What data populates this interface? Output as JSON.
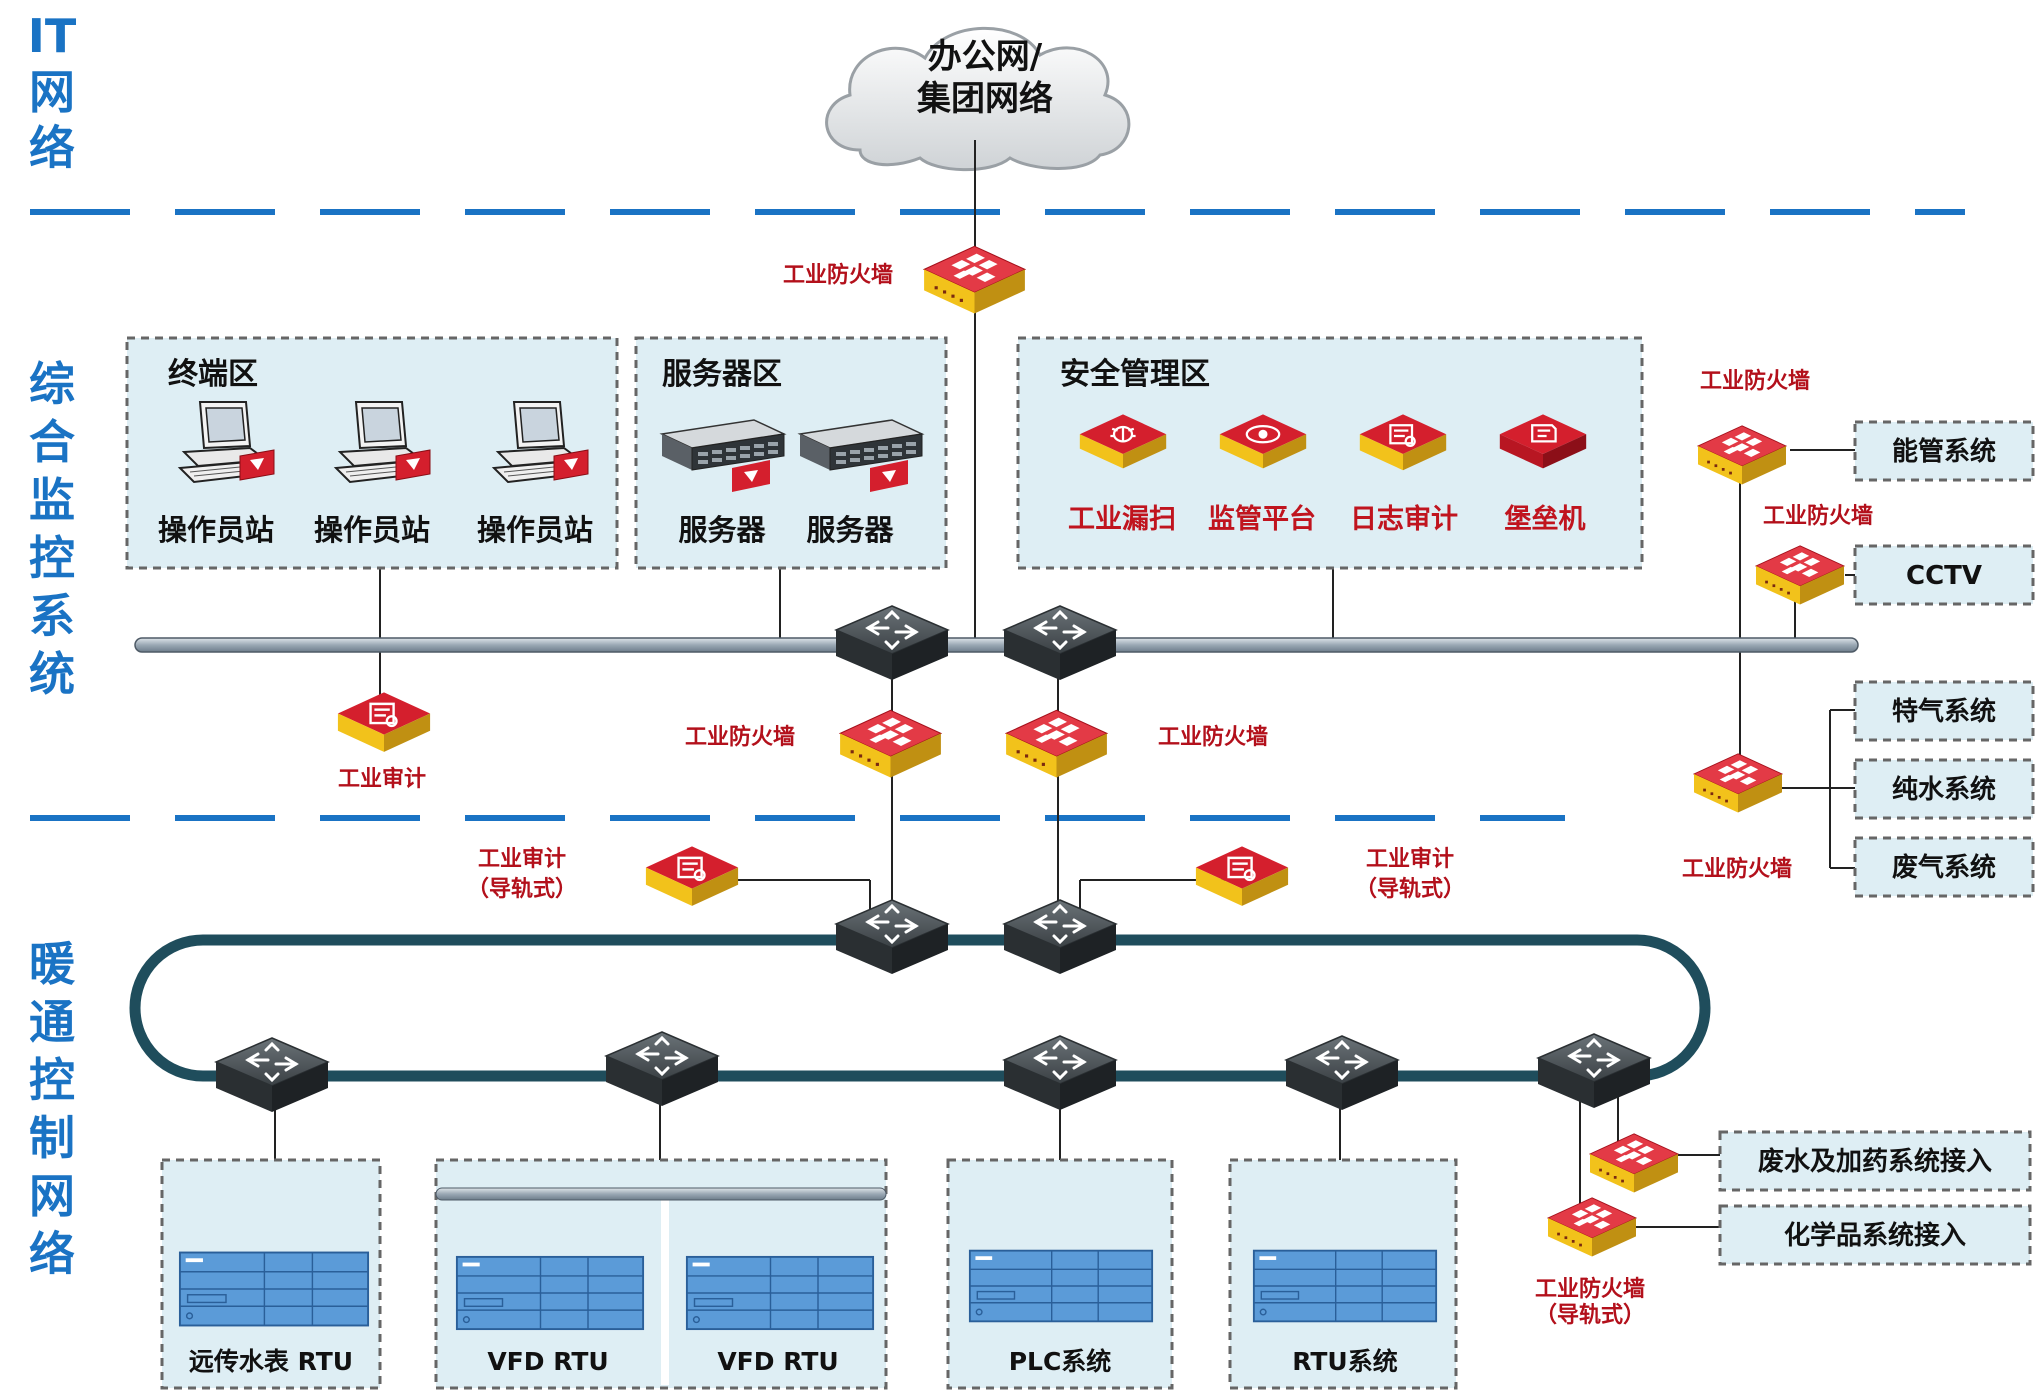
{
  "zones": {
    "it": "IT网络",
    "integrated": "综合监控系统",
    "hvac": "暖通控制网络"
  },
  "cloud": {
    "line1": "办公网/",
    "line2": "集团网络"
  },
  "areas": {
    "terminal": {
      "title": "终端区",
      "stations": [
        "操作员站",
        "操作员站",
        "操作员站"
      ]
    },
    "server": {
      "title": "服务器区",
      "servers": [
        "服务器",
        "服务器"
      ]
    },
    "security": {
      "title": "安全管理区",
      "devices": [
        "工业漏扫",
        "监管平台",
        "日志审计",
        "堡垒机"
      ]
    }
  },
  "red_labels": {
    "fw_top": "工业防火墙",
    "audit_mid": "工业审计",
    "fw_left": "工业防火墙",
    "fw_right": "工业防火墙",
    "audit_left_1": "工业审计",
    "audit_left_2": "（导轨式）",
    "audit_right_1": "工业审计",
    "audit_right_2": "（导轨式）",
    "fw_energy": "工业防火墙",
    "fw_cctv": "工业防火墙",
    "fw_utility": "工业防火墙",
    "fw_rail_1": "工业防火墙",
    "fw_rail_2": "（导轨式）"
  },
  "systems": {
    "energy": "能管系统",
    "cctv": "CCTV",
    "special_gas": "特气系统",
    "pure_water": "纯水系统",
    "exhaust": "废气系统",
    "wastewater": "废水及加药系统接入",
    "chemical": "化学品系统接入"
  },
  "field": {
    "meter": "远传水表 RTU",
    "vfd1": "VFD RTU",
    "vfd2": "VFD RTU",
    "plc": "PLC系统",
    "rtu": "RTU系统"
  },
  "colors": {
    "zone_text": "#1a73c4",
    "dashed_line": "#1a73c4",
    "area_fill": "#deeef4",
    "firewall": "#d41f2d",
    "firewall_base": "#f2c21b",
    "ring": "#1f4d5c",
    "bus": "#a8b4c0",
    "security_text": "#c0141e"
  }
}
